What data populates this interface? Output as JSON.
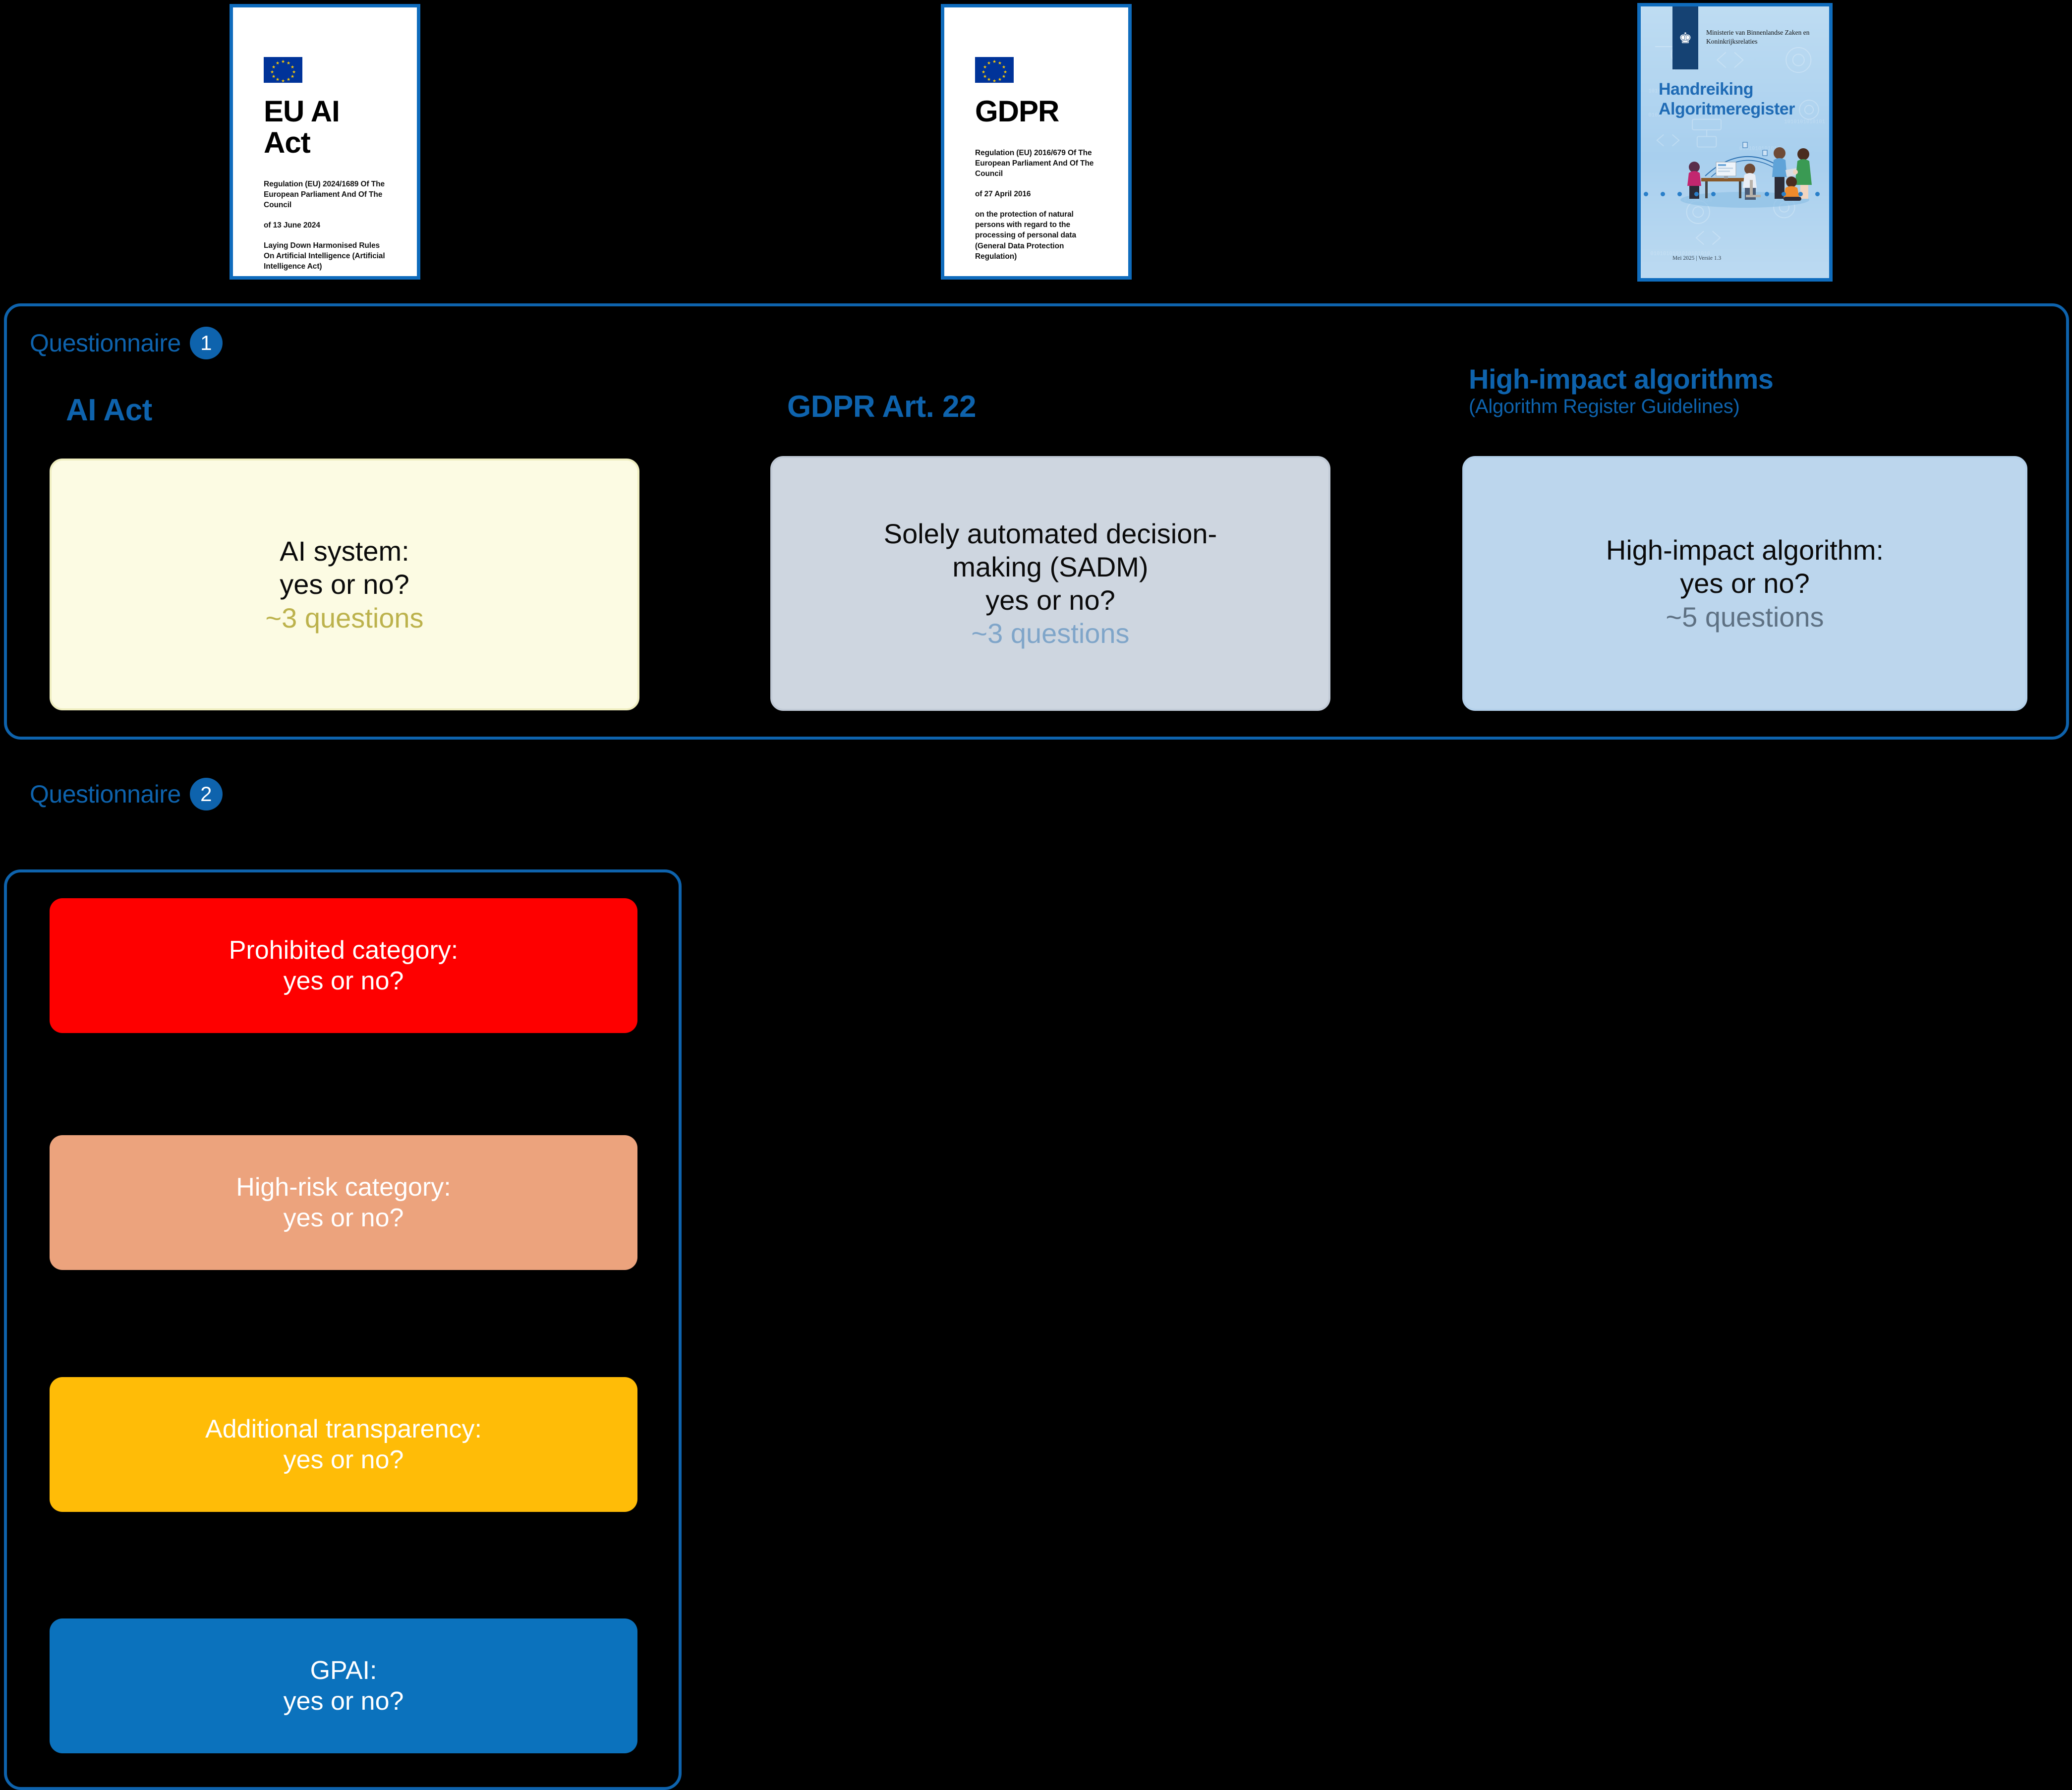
{
  "documents": [
    {
      "name": "eu-ai-act",
      "title": "EU AI Act",
      "regulation": "Regulation (EU) 2024/1689 Of The European Parliament And Of The Council",
      "date": "of 13 June 2024",
      "subject": "Laying Down Harmonised Rules On Artificial Intelligence (Artificial Intelligence Act)",
      "flag_icon": "eu-flag-icon"
    },
    {
      "name": "gdpr",
      "title": "GDPR",
      "regulation": "Regulation (EU) 2016/679 Of The European Parliament And Of The Council",
      "date": "of 27 April 2016",
      "subject": "on the protection of natural persons with regard to the processing of personal data (General Data Protection Regulation)",
      "flag_icon": "eu-flag-icon"
    }
  ],
  "guideline_cover": {
    "ministry": "Ministerie van Binnenlandse Zaken en Koninkrijksrelaties",
    "title_line1": "Handreiking",
    "title_line2": "Algoritmeregister",
    "version": "Mei 2025  |  Versie 1.3",
    "crest_icon": "dutch-crest-icon",
    "illustration_icon": "people-working-illustration"
  },
  "questionnaires": [
    {
      "label": "Questionnaire",
      "badge": "1",
      "columns": [
        {
          "heading": "AI Act",
          "subheading": "",
          "card": {
            "line1": "AI system:",
            "line2": "yes or no?",
            "note": "~3 questions",
            "bg": "#fcfbe3",
            "note_color": "#bcb24c"
          }
        },
        {
          "heading": "GDPR Art. 22",
          "subheading": "",
          "card": {
            "line1": "Solely automated decision-",
            "line2": "making (SADM)",
            "line3": "yes or no?",
            "note": "~3 questions",
            "bg": "#ced6e0",
            "note_color": "#7fa5c9"
          }
        },
        {
          "heading": "High-impact algorithms",
          "subheading": "(Algorithm Register Guidelines)",
          "card": {
            "line1": "High-impact algorithm:",
            "line2": "yes or no?",
            "note": "~5 questions",
            "bg": "#bcd6ed",
            "note_color": "#5e7183"
          }
        }
      ]
    },
    {
      "label": "Questionnaire",
      "badge": "2",
      "cards": [
        {
          "line1": "Prohibited category:",
          "line2": "yes or no?",
          "bg": "#fe0000"
        },
        {
          "line1": "High-risk category:",
          "line2": "yes or no?",
          "bg": "#eca37d"
        },
        {
          "line1": "Additional transparency:",
          "line2": "yes or no?",
          "bg": "#ffbc07"
        },
        {
          "line1": "GPAI:",
          "line2": "yes or no?",
          "bg": "#0b72bd"
        }
      ]
    }
  ],
  "colors": {
    "background": "#000000",
    "accent_blue": "#0e63ad",
    "border_blue": "#0f6cbd"
  }
}
